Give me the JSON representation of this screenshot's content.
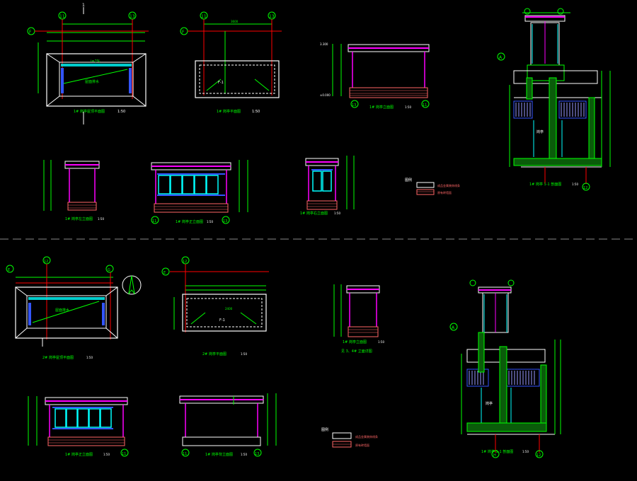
{
  "sheet": {
    "background": "#000000",
    "colors": {
      "wall": "#ffffff",
      "green": "#00ff00",
      "red": "#ff0000",
      "magenta": "#ff00ff",
      "cyan": "#00ffff",
      "blue": "#3355ff",
      "yellow": "#ffff00",
      "brick": "#ff6666",
      "divider": "#8a8a8a"
    }
  },
  "grid_labels": {
    "axis_11": "11",
    "axis_12": "12",
    "axis_13": "13",
    "axis_f": "F",
    "axis_d": "D",
    "axis_e": "E",
    "axis_g": "G",
    "axis_h": "H",
    "section_1": "1",
    "section_mark": "1",
    "axis_a": "A"
  },
  "captions": {
    "roof_plan_1": "1# 岗亭屋顶平面图",
    "floor_plan_1": "1# 岗亭平面图",
    "elev_side_1": "1# 岗亭立面图",
    "elev_left_1": "1# 岗亭左立面图",
    "elev_front_1": "1# 岗亭正立面图",
    "elev_right_1": "1# 岗亭右立面图",
    "section_1": "1# 岗亭 1-1 剖面图",
    "roof_plan_2": "2# 岗亭屋顶平面图",
    "floor_plan_2": "2# 岗亭平面图",
    "elev_side_2": "1# 岗亭立面图",
    "elev_sub_2": "见 3、4# 立面详图",
    "elev_front_2": "1# 岗亭正立面图",
    "elev_back_2": "1# 岗亭背立面图",
    "section_2": "1# 岗亭 1-1 剖面图",
    "scale": "1:50"
  },
  "legend": {
    "title": "图例",
    "item1": "成品金属装饰线条",
    "item2": "原有砖墙面"
  },
  "labels": {
    "roof_note": "屋面排水",
    "room": "岗亭",
    "pct": "i=2%",
    "floor": "±0.000",
    "level": "3.300",
    "dim": "3600",
    "dim2": "2400",
    "tag": "F-1"
  }
}
